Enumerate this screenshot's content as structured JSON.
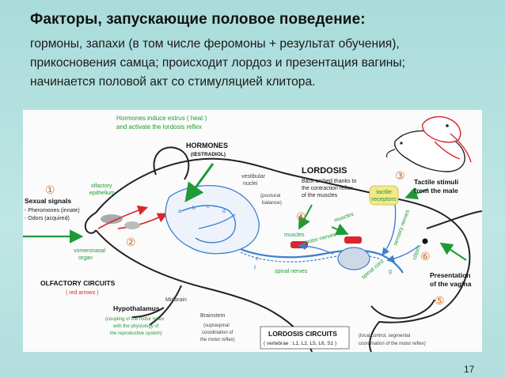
{
  "slide": {
    "title": "Факторы, запускающие половое поведение:",
    "lines": [
      "гормоны, запахи (в том числе феромоны + результат обучения),",
      "прикосновения самца; происходит лордоз и презентация вагины;",
      "начинается половой акт со стимуляцией клитора."
    ],
    "page_number": "17"
  },
  "figure": {
    "hormones_note_1": "Hormones induce estrus ( heat )",
    "hormones_note_2": "and activate the lordosis reflex",
    "hormones": "HORMONES",
    "oestradiol": "(ŒSTRADIOL)",
    "vestibular_1": "vestibular",
    "vestibular_2": "nuclei",
    "postural_1": "(postural",
    "postural_2": "balance)",
    "lordosis": "LORDOSIS",
    "lordosis_desc_1": "Back arched thanks to",
    "lordosis_desc_2": "the contraction reflex",
    "lordosis_desc_3": "of the muscles",
    "tactile_stimuli_1": "Tactile stimuli",
    "tactile_stimuli_2": "from the male",
    "tactile_receptors_1": "tactile",
    "tactile_receptors_2": "receptors",
    "sexual_signals": "Sexual signals",
    "pheromones": "- Pheromones (innate)",
    "odors": "- Odors (acquired)",
    "olfactory_epi_1": "olfactory",
    "olfactory_epi_2": "epithelium",
    "vomeronasal_1": "vomeronasal",
    "vomeronasal_2": "organ",
    "olfactory_circuits": "OLFACTORY CIRCUITS",
    "red_arrows": "( red arrows )",
    "muscles": "muscles",
    "motor_nerves": "motor nerves",
    "spinal_nerves": "spinal nerves",
    "spinal_cord": "spinal cord",
    "sensory_nerves": "sensory nerves",
    "clitoris": "clitoris",
    "presentation_1": "Presentation",
    "presentation_2": "of the vagina",
    "midbrain": "Midbrain",
    "hypothalamus": "Hypothalamus",
    "hypo_1": "(coupling of the motor reflex",
    "hypo_2": "with the physiology of",
    "hypo_3": "the reproductive system)",
    "brainstem": "Brainstem",
    "brainstem_1": "(supraspinal",
    "brainstem_2": "coordination of",
    "brainstem_3": "the motor reflex)",
    "lordosis_circuits": "LORDOSIS CIRCUITS",
    "vertebrae": "( vertebrae : L1, L2, L5, L6, S1 )",
    "local_1": "(local control, segmental",
    "local_2": "coordination of the motor reflex)",
    "letters": [
      "a",
      "b",
      "c",
      "d",
      "e",
      "f",
      "g"
    ],
    "numbers": [
      "①",
      "②",
      "③",
      "④",
      "⑤",
      "⑥"
    ]
  },
  "colors": {
    "background": "#b6e0df",
    "green_text": "#1e9a37",
    "red": "#d9262c",
    "blue": "#3b7fd0",
    "orange": "#d2691e",
    "yellow_box": "#f3e88a"
  }
}
